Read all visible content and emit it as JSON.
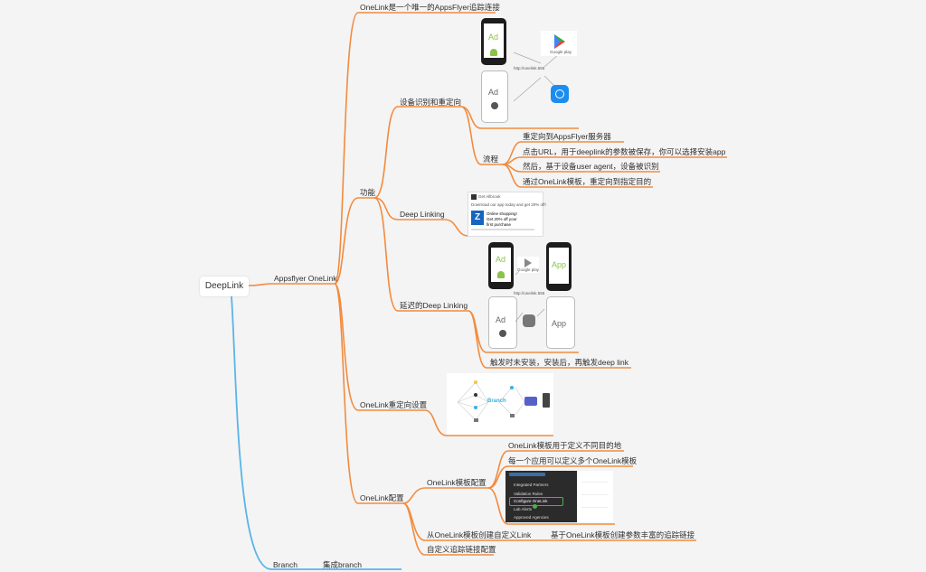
{
  "root": {
    "label": "DeepLink"
  },
  "branches": {
    "appsflyer": {
      "label": "Appsflyer  OneLink"
    },
    "branch": {
      "label": "Branch"
    },
    "branch_child": {
      "label": "集成branch"
    }
  },
  "appsflyer_children": {
    "intro": "OneLink是一个唯一的AppsFlyer追踪连接",
    "feature": "功能",
    "redirect_setting": "OneLink重定向设置",
    "config": "OneLink配置"
  },
  "feature_children": {
    "device": "设备识别和重定向",
    "flow": "流程",
    "deep_linking": "Deep Linking",
    "deferred": "延迟的Deep Linking",
    "deferred_note": "触发时未安装，安装后，再触发deep link"
  },
  "flow_steps": [
    "重定向到AppsFlyer服务器",
    "点击URL，用于deeplink的参数被保存，你可以选择安装app",
    "然后，基于设备user agent，设备被识别",
    "通过OneLink模板，重定向到指定目的"
  ],
  "config_children": {
    "template_config": "OneLink模板配置",
    "template_point1": "OneLink模板用于定义不同目的地",
    "template_point2": "每一个应用可以定义多个OneLink模板",
    "create_link": "从OneLink模板创建自定义Link",
    "create_link_note": "基于OneLink模板创建参数丰富的追踪链接",
    "custom_tracking": "自定义追踪链接配置"
  },
  "image1": {
    "url": "http://onelink.555",
    "ad_label": "Ad",
    "store_label": "Google play"
  },
  "image2": {
    "title": "Z",
    "header": "Get Allbrook",
    "promo": "Download our app today and get 20% off!",
    "line1": "Online shopping!",
    "line2": "Get 20% off your",
    "line3": "first purchase"
  },
  "image3": {
    "url": "http://onelink.555",
    "ad_label": "Ad",
    "app_label": "App",
    "store_label": "Google play"
  },
  "image4": {
    "center_label": "Branch"
  },
  "menu": {
    "items": [
      "Integrated Partners",
      "Validation Rules",
      "Configure OneLink",
      "Lab Alerts",
      "Approved Agencies"
    ]
  },
  "colors": {
    "orange": "#f28b3e",
    "blue": "#5ab4e8",
    "menu_bg": "#2b2b2b",
    "highlight": "#4caf50"
  }
}
